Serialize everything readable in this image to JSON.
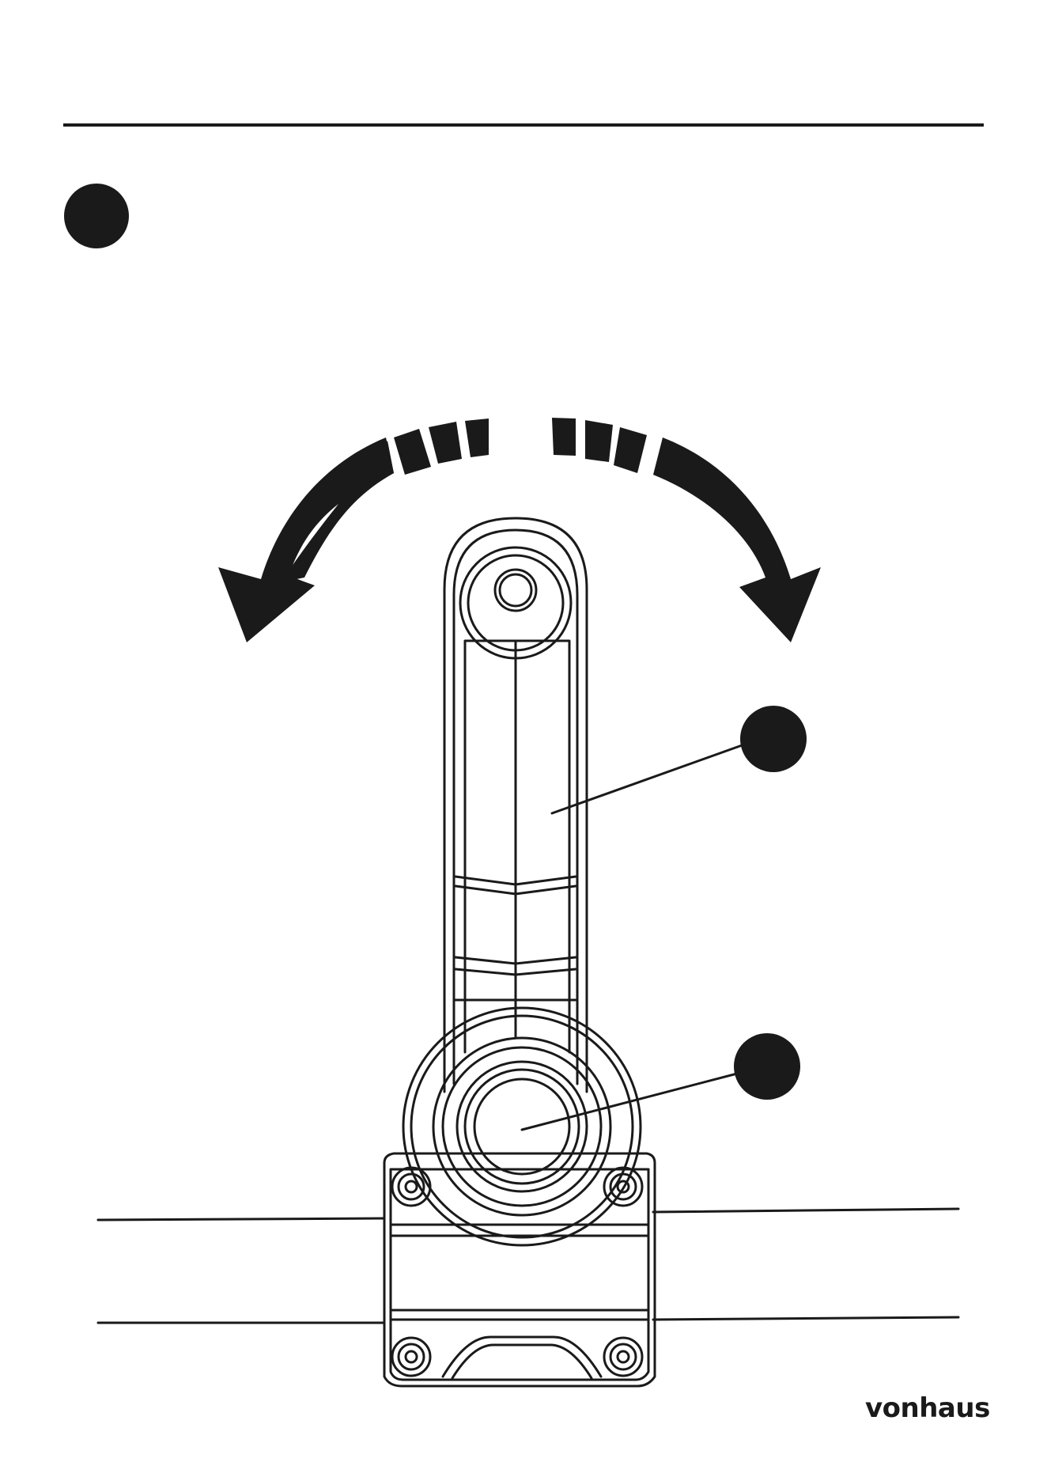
{
  "brand": {
    "name": "vonhaus"
  },
  "step": {
    "number": ""
  },
  "callouts": [
    {
      "id": "arm",
      "label": ""
    },
    {
      "id": "knob",
      "label": ""
    }
  ],
  "colors": {
    "ink": "#1a1a1a",
    "paper": "#ffffff"
  },
  "icons": [
    "rotate-left-arrow-icon",
    "rotate-right-arrow-icon"
  ]
}
